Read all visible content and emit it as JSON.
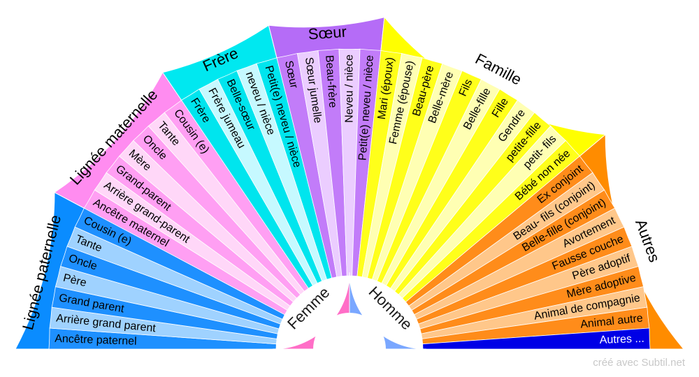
{
  "credit": "créé avec Subtil.net",
  "center": {
    "left": {
      "label": "Femme",
      "color": "#ff6ec7"
    },
    "right": {
      "label": "Homme",
      "color": "#7aa7ff"
    }
  },
  "groups": [
    {
      "title": "Lignée paternelle",
      "outer_color": "#0a8cff",
      "colors": [
        "#1e90ff",
        "#9fd2ff"
      ],
      "items": [
        "Ancêtre paternel",
        "Arrière grand parent",
        "Grand parent",
        "Père",
        "Oncle",
        "Tante",
        "Cousin (e)"
      ]
    },
    {
      "title": "Lignée maternelle",
      "outer_color": "#ff8cf0",
      "colors": [
        "#ff9ff3",
        "#ffd7f8"
      ],
      "items": [
        "Ancêtre maternel",
        "Arrière grand-parent",
        "Grand-parent",
        "Mère",
        "Oncle",
        "Tante",
        "Cousin (e)"
      ]
    },
    {
      "title": "Frère",
      "outer_color": "#00e8f0",
      "colors": [
        "#00e5ee",
        "#c6f9ff"
      ],
      "items": [
        "Frère",
        "Frère jumeau",
        "Belle-sœur",
        "neveu / nièce",
        "Petit(e) neveu / nièce"
      ]
    },
    {
      "title": "Sœur",
      "outer_color": "#b56cf7",
      "colors": [
        "#c27cf9",
        "#ebcdff"
      ],
      "items": [
        "Sœur",
        "Sœur jumelle",
        "Beau-frère",
        "Neveu / nièce",
        "Petit(e) neveu / nièce"
      ]
    },
    {
      "title": "Famille",
      "outer_color": "#ffff00",
      "colors": [
        "#ffff1a",
        "#ffffb3"
      ],
      "items": [
        "Mari (époux)",
        "Femme (épouse)",
        "Beau-père",
        "Belle-mère",
        "Fils",
        "Belle-fille",
        "Fille",
        "Gendre",
        "petite-fille",
        "petit- fils",
        "Bébé non née"
      ]
    },
    {
      "title": "Autres",
      "outer_color": "#ff8c00",
      "colors": [
        "#ff8c1a",
        "#ffc78a"
      ],
      "items": [
        "Ex conjoint",
        "Beau- fils (conjoint)",
        "Belle-fille (conjoint)",
        "Avortement",
        "Fausse couche",
        "Père adoptif",
        "Mère adoptive",
        "Animal de compagnie",
        "Animal autre"
      ],
      "last_item": {
        "label": "Autres ...",
        "color": "#0000e6",
        "text_color": "#ffffff"
      }
    }
  ]
}
